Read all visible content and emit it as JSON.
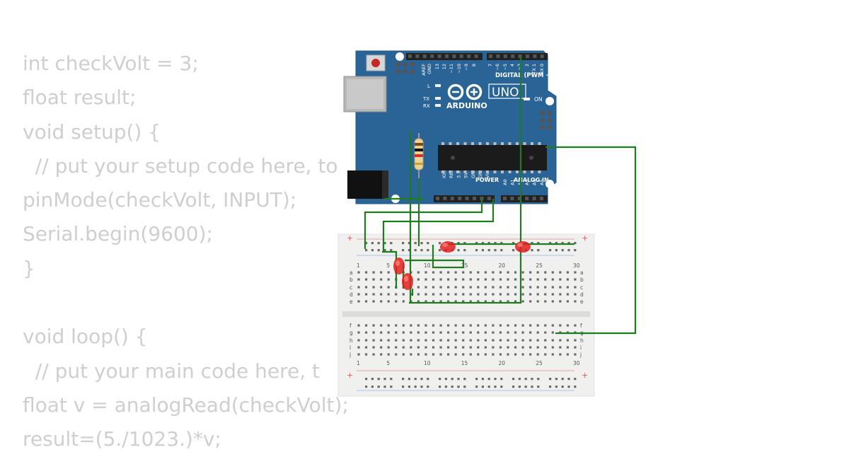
{
  "code": {
    "lines": [
      "int checkVolt = 3;",
      "float result;",
      "void setup() {",
      "  // put your setup code here, to",
      "pinMode(checkVolt, INPUT);",
      "Serial.begin(9600);",
      "}",
      "",
      "void loop() {",
      "  // put your main code here, t",
      "float v = analogRead(checkVolt);",
      "result=(5./1023.)*v;"
    ]
  },
  "arduino": {
    "logo_text": "ARDUINO",
    "model": "UNO",
    "digital_header": "DIGITAL (PWM ~)",
    "power_header": "POWER",
    "analog_header": "ANALOG IN",
    "on_label": "ON",
    "l_label": "L",
    "tx_label": "TX",
    "rx_label": "RX",
    "top_pin_labels": [
      "AREF",
      "GND",
      "13",
      "12",
      "~11",
      "~10",
      "~9",
      "8",
      "7",
      "~6",
      "~5",
      "4",
      "~3",
      "2",
      "TX 1",
      "RX 0"
    ],
    "power_pin_labels": [
      "IOREF",
      "RESET",
      "3.3V",
      "5V",
      "GND",
      "GND",
      "Vin"
    ],
    "analog_pin_labels": [
      "A0",
      "A1",
      "A2",
      "A3",
      "A4",
      "A5"
    ]
  },
  "breadboard": {
    "column_numbers": [
      "1",
      "5",
      "10",
      "15",
      "20",
      "25",
      "30"
    ],
    "row_letters_top": [
      "a",
      "b",
      "c",
      "d",
      "e"
    ],
    "row_letters_bottom": [
      "f",
      "g",
      "h",
      "i",
      "j"
    ],
    "rail_plus": "+",
    "rail_minus": "-"
  },
  "colors": {
    "code_text": "#cfcfcf",
    "board": "#2a6496",
    "wire": "#1e7b1e",
    "led": "#e02020",
    "breadboard": "#f0f0ee"
  }
}
